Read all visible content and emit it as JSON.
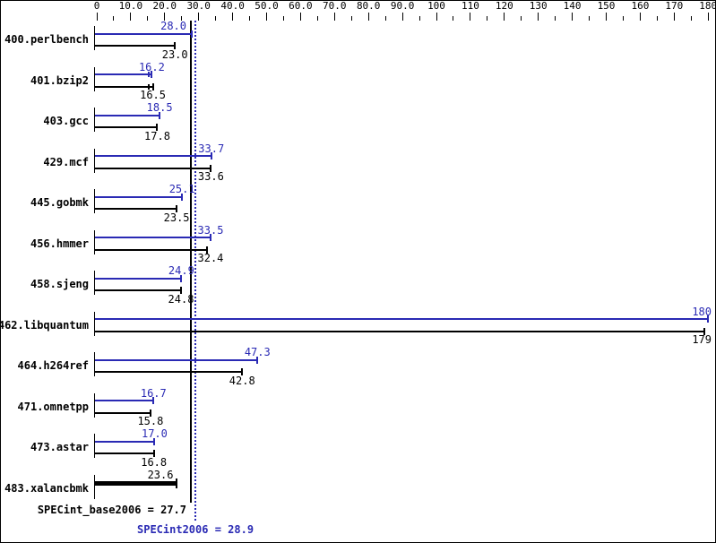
{
  "chart_data": {
    "type": "bar",
    "orientation": "horizontal",
    "title": "",
    "xlabel": "",
    "ylabel": "",
    "axis": {
      "min": 0,
      "max": 180,
      "major_ticks": [
        {
          "value": 0,
          "label": "0"
        },
        {
          "value": 10,
          "label": "10.0"
        },
        {
          "value": 20,
          "label": "20.0"
        },
        {
          "value": 30,
          "label": "30.0"
        },
        {
          "value": 40,
          "label": "40.0"
        },
        {
          "value": 50,
          "label": "50.0"
        },
        {
          "value": 60,
          "label": "60.0"
        },
        {
          "value": 70,
          "label": "70.0"
        },
        {
          "value": 80,
          "label": "80.0"
        },
        {
          "value": 90,
          "label": "90.0"
        },
        {
          "value": 100,
          "label": "100"
        },
        {
          "value": 110,
          "label": "110"
        },
        {
          "value": 120,
          "label": "120"
        },
        {
          "value": 130,
          "label": "130"
        },
        {
          "value": 140,
          "label": "140"
        },
        {
          "value": 150,
          "label": "150"
        },
        {
          "value": 160,
          "label": "160"
        },
        {
          "value": 170,
          "label": "170"
        },
        {
          "value": 180,
          "label": "180"
        }
      ],
      "minor_tick_step": 5,
      "grid": false
    },
    "colors": {
      "peak": "#2a2ab4",
      "base": "#000000"
    },
    "benchmarks": [
      {
        "name": "400.perlbench",
        "peak": 28.0,
        "base": 23.0,
        "peak_label": "28.0",
        "base_label": "23.0"
      },
      {
        "name": "401.bzip2",
        "peak": 16.2,
        "base": 16.5,
        "peak_label": "16.2",
        "base_label": "16.5",
        "peak_run_marks": [
          15.2,
          16.0
        ],
        "base_run_marks": [
          15.4
        ]
      },
      {
        "name": "403.gcc",
        "peak": 18.5,
        "base": 17.8,
        "peak_label": "18.5",
        "base_label": "17.8"
      },
      {
        "name": "429.mcf",
        "peak": 33.7,
        "base": 33.6,
        "peak_label": "33.7",
        "base_label": "33.6"
      },
      {
        "name": "445.gobmk",
        "peak": 25.1,
        "base": 23.5,
        "peak_label": "25.1",
        "base_label": "23.5"
      },
      {
        "name": "456.hmmer",
        "peak": 33.5,
        "base": 32.4,
        "peak_label": "33.5",
        "base_label": "32.4"
      },
      {
        "name": "458.sjeng",
        "peak": 24.9,
        "base": 24.8,
        "peak_label": "24.9",
        "base_label": "24.8"
      },
      {
        "name": "462.libquantum",
        "peak": 180,
        "base": 179,
        "peak_label": "180",
        "base_label": "179"
      },
      {
        "name": "464.h264ref",
        "peak": 47.3,
        "base": 42.8,
        "peak_label": "47.3",
        "base_label": "42.8"
      },
      {
        "name": "471.omnetpp",
        "peak": 16.7,
        "base": 15.8,
        "peak_label": "16.7",
        "base_label": "15.8"
      },
      {
        "name": "473.astar",
        "peak": 17.0,
        "base": 16.8,
        "peak_label": "17.0",
        "base_label": "16.8"
      },
      {
        "name": "483.xalancbmk",
        "peak": null,
        "base": 23.6,
        "peak_label": "",
        "base_label": "23.6",
        "single_bar": true
      }
    ],
    "reference_lines": [
      {
        "label": "SPECint_base2006 = 27.7",
        "value": 27.7,
        "color": "#000000",
        "style": "solid"
      },
      {
        "label": "SPECint2006 = 28.9",
        "value": 28.9,
        "color": "#2a2ab4",
        "style": "dotted"
      }
    ]
  }
}
